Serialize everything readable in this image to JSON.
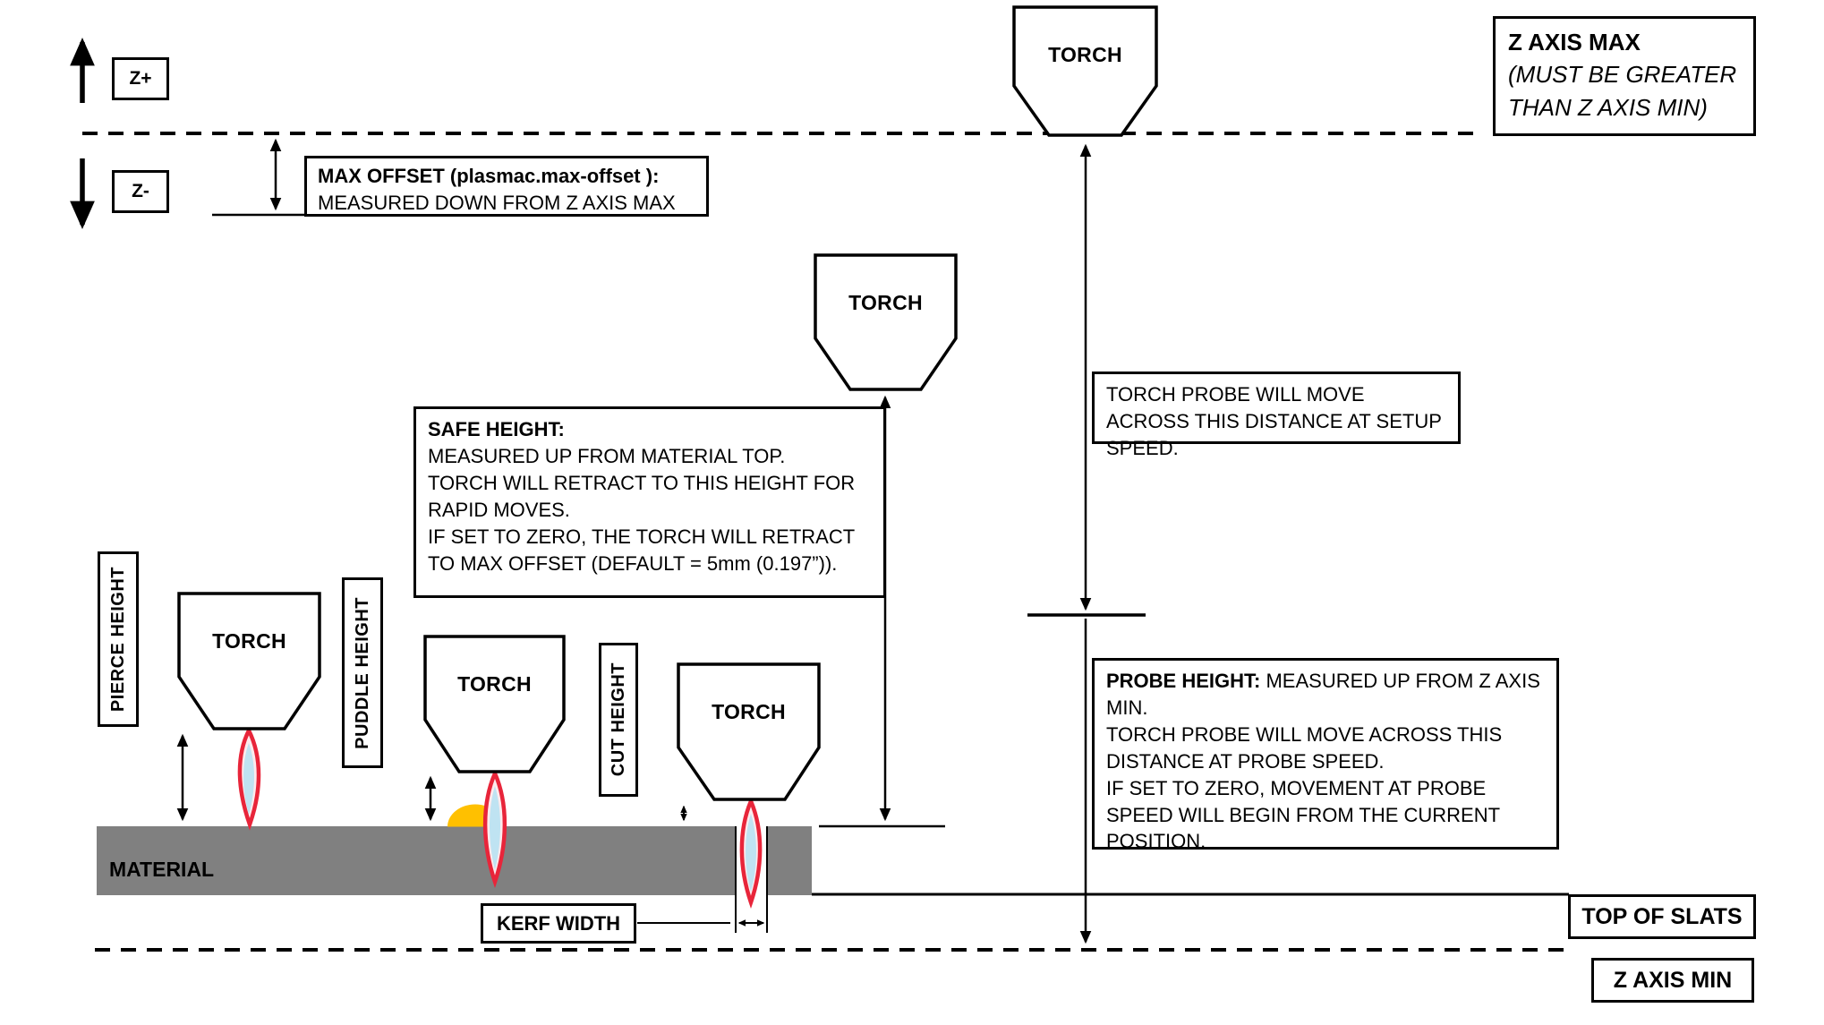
{
  "axes": {
    "z_plus_label": "Z+",
    "z_minus_label": "Z-",
    "z_axis_max": {
      "title": "Z AXIS MAX",
      "note": "(MUST BE GREATER THAN Z AXIS MIN)"
    },
    "z_axis_min_label": "Z AXIS MIN",
    "top_of_slats_label": "TOP OF SLATS"
  },
  "torch_label": "TORCH",
  "material_label": "MATERIAL",
  "height_labels": {
    "pierce": "PIERCE HEIGHT",
    "puddle": "PUDDLE HEIGHT",
    "cut": "CUT HEIGHT"
  },
  "callouts": {
    "max_offset": {
      "title": "MAX OFFSET (plasmac.max-offset ):",
      "body": "MEASURED DOWN FROM Z AXIS MAX"
    },
    "safe_height": {
      "title": "SAFE HEIGHT:",
      "lines": [
        "MEASURED UP FROM MATERIAL TOP.",
        "TORCH WILL RETRACT TO THIS HEIGHT FOR RAPID MOVES.",
        "IF SET TO ZERO, THE TORCH WILL RETRACT TO MAX OFFSET (DEFAULT = 5mm (0.197”))."
      ]
    },
    "torch_probe": {
      "body": "TORCH PROBE WILL MOVE ACROSS THIS DISTANCE AT SETUP SPEED."
    },
    "probe_height": {
      "title": "PROBE HEIGHT:",
      "body": " MEASURED UP FROM Z AXIS MIN.",
      "lines": [
        "TORCH PROBE WILL MOVE ACROSS THIS DISTANCE AT PROBE SPEED.",
        "IF SET TO ZERO,  MOVEMENT AT PROBE SPEED WILL BEGIN FROM THE CURRENT POSITION."
      ]
    },
    "kerf_width_label": "KERF WIDTH"
  },
  "colors": {
    "material_gray": "#808080",
    "flame_outer_red": "#E8253A",
    "flame_fill": "#FDEBED",
    "flame_inner_blue": "#BFE3F2",
    "puddle_yellow": "#FFC000",
    "line_black": "#000000"
  }
}
